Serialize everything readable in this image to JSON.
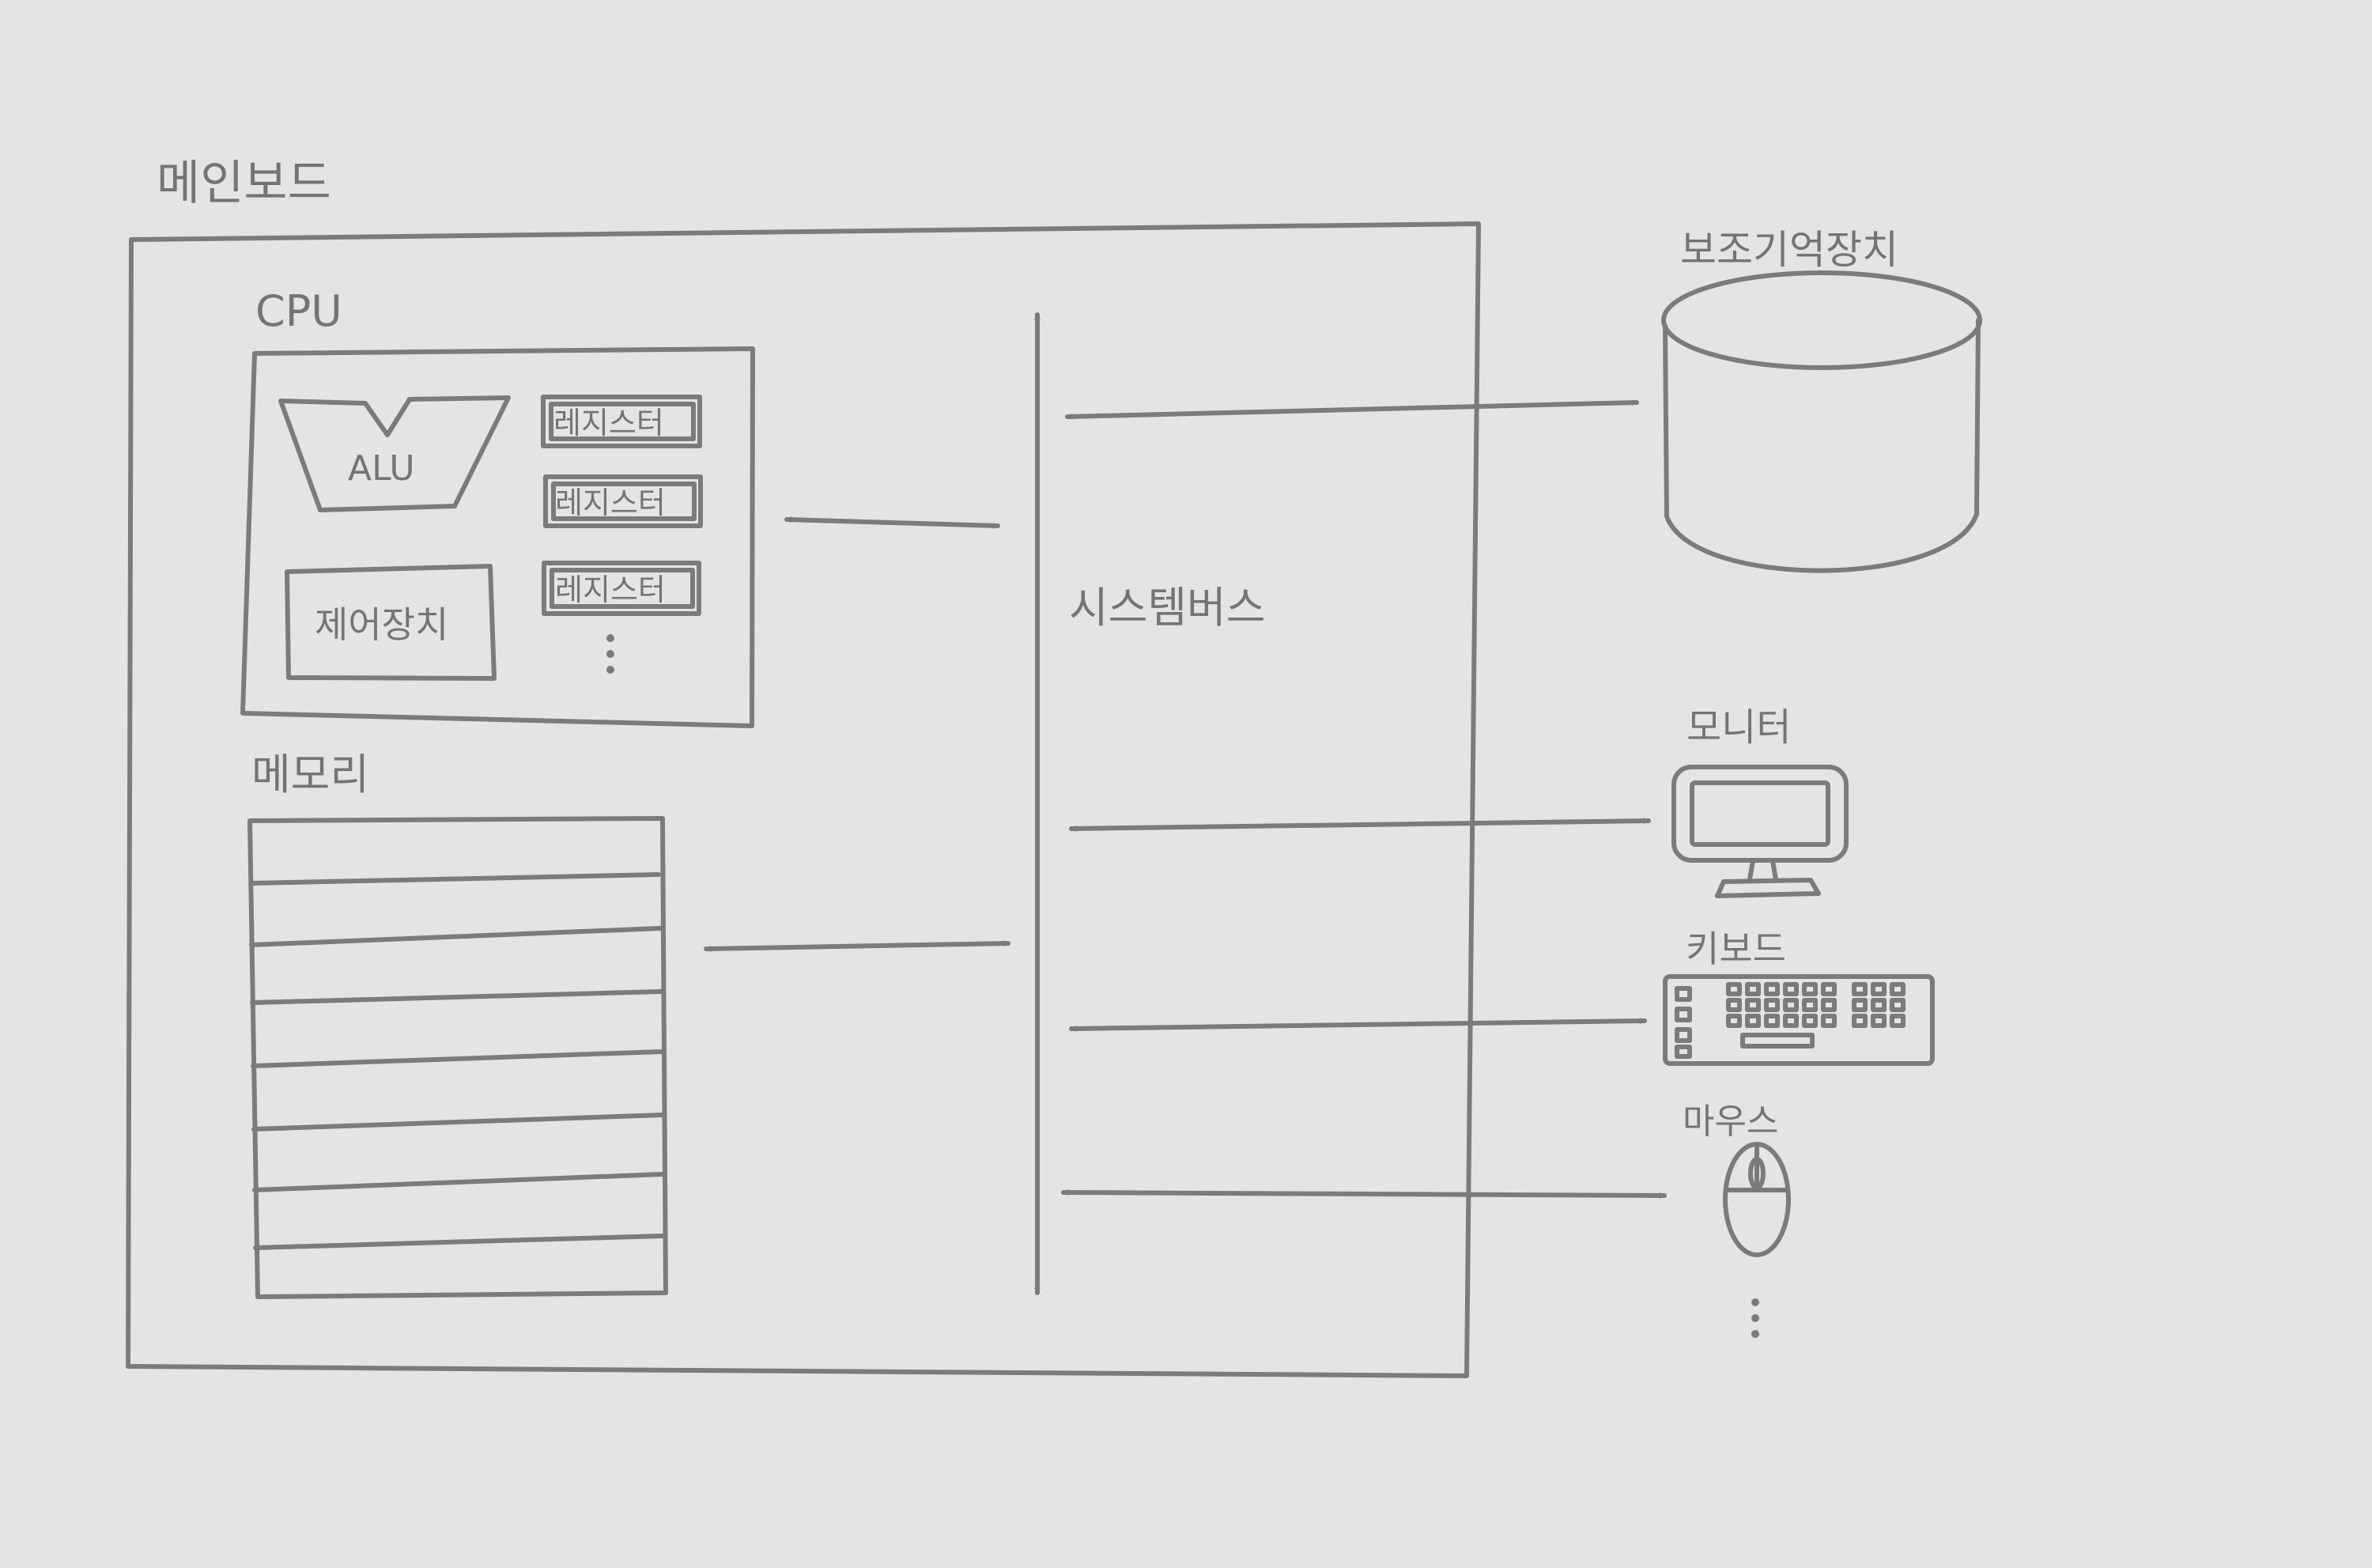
{
  "labels": {
    "mainboard": "메인보드",
    "cpu": "CPU",
    "alu": "ALU",
    "register_1": "레지스터",
    "register_2": "레지스터",
    "register_3": "레지스터",
    "control_unit": "제어장치",
    "memory": "메모리",
    "system_bus": "시스템버스",
    "secondary_storage": "보조기억장치",
    "monitor": "모니터",
    "keyboard": "키보드",
    "mouse": "마우스"
  },
  "colors": {
    "paper": "#e3e5e4",
    "pencil": "#7b7b7b"
  }
}
